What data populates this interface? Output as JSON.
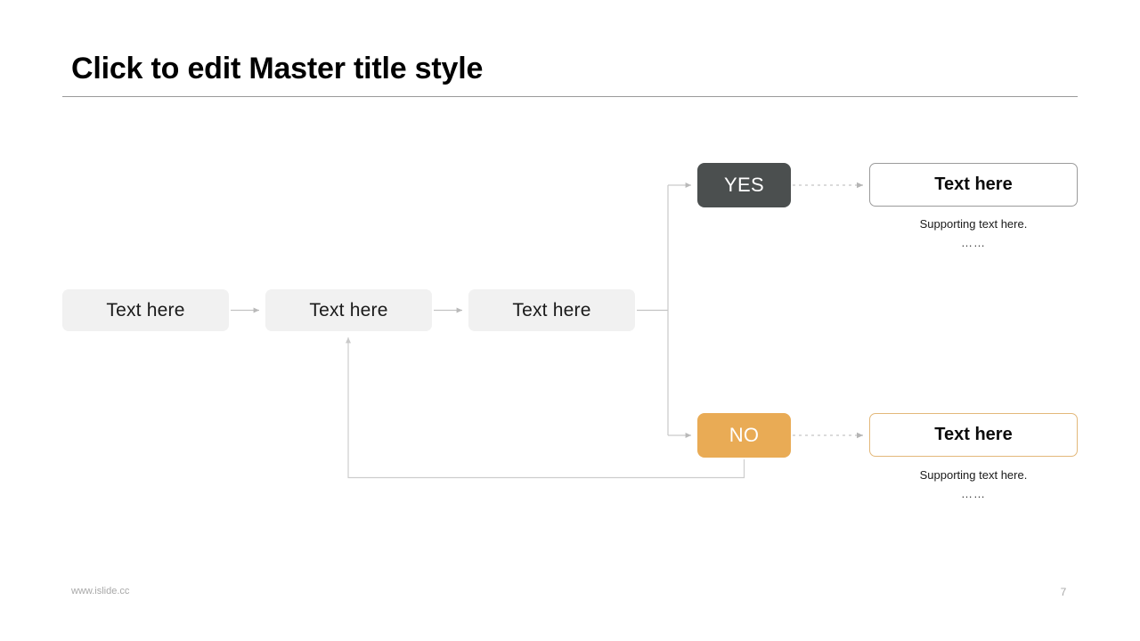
{
  "slide": {
    "title": "Click to edit Master title style",
    "footer_url": "www.islide.cc",
    "page_number": "7"
  },
  "colors": {
    "process_fill": "#f1f1f1",
    "yes_fill": "#4b4f4f",
    "no_fill": "#e9ab55",
    "connector": "#bdbdbd",
    "outcome_yes_border": "#9b9b9b",
    "outcome_no_border": "#e3b87a",
    "title_rule": "#9a9a9a",
    "footer_text": "#a8a8a8"
  },
  "flow": {
    "process_steps": [
      {
        "label": "Text here"
      },
      {
        "label": "Text here"
      },
      {
        "label": "Text here"
      }
    ],
    "branches": [
      {
        "badge": "YES",
        "outcome_title": "Text here",
        "outcome_support": "Supporting text here.",
        "outcome_dots": "……"
      },
      {
        "badge": "NO",
        "outcome_title": "Text here",
        "outcome_support": "Supporting text here.",
        "outcome_dots": "……"
      }
    ]
  }
}
